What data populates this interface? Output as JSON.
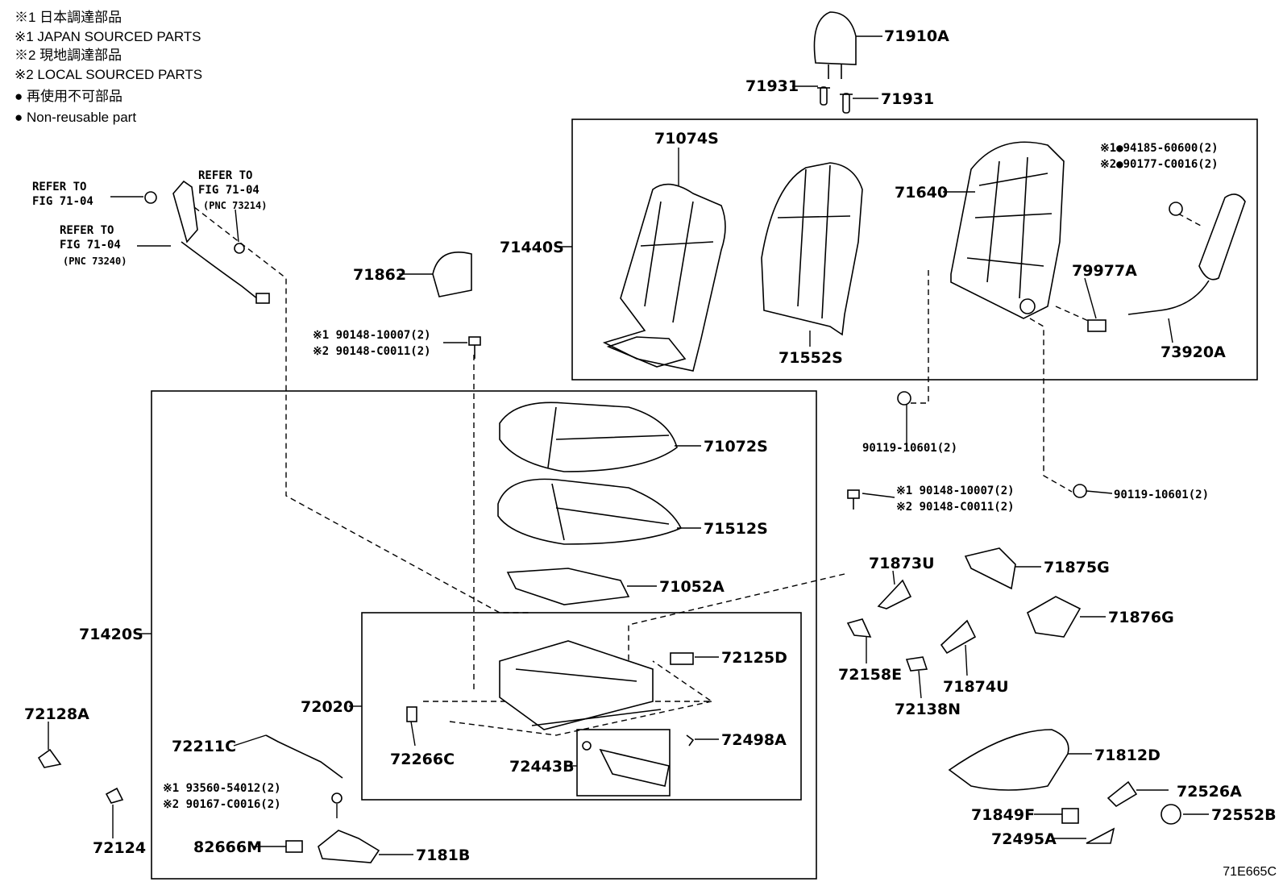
{
  "legend": [
    "※1 日本調達部品",
    "※1 JAPAN SOURCED PARTS",
    "※2 現地調達部品",
    "※2 LOCAL SOURCED PARTS",
    "● 再使用不可部品",
    "● Non-reusable part"
  ],
  "figure_id": "71E665C",
  "refs": {
    "ref1_l1": "REFER TO",
    "ref1_l2": "FIG 71-04",
    "ref2_l1": "REFER TO",
    "ref2_l2": "FIG 71-04",
    "ref2_l3": "(PNC 73214)",
    "ref3_l1": "REFER TO",
    "ref3_l2": "FIG 71-04",
    "ref3_l3": "(PNC 73240)"
  },
  "parts": {
    "p71910A": "71910A",
    "p71931a": "71931",
    "p71931b": "71931",
    "p71074S": "71074S",
    "p71640": "71640",
    "p71440S": "71440S",
    "p71552S": "71552S",
    "p79977A": "79977A",
    "p73920A": "73920A",
    "p71862": "71862",
    "p71072S": "71072S",
    "p71512S": "71512S",
    "p71052A": "71052A",
    "p71420S": "71420S",
    "p72125D": "72125D",
    "p72020": "72020",
    "p72266C": "72266C",
    "p72498A": "72498A",
    "p72443B": "72443B",
    "p72128A": "72128A",
    "p72211C": "72211C",
    "p72124": "72124",
    "p82666M": "82666M",
    "p7181B": "7181B",
    "p71873U": "71873U",
    "p71875G": "71875G",
    "p71876G": "71876G",
    "p72158E": "72158E",
    "p71874U": "71874U",
    "p72138N": "72138N",
    "p71812D": "71812D",
    "p72526A": "72526A",
    "p71849F": "71849F",
    "p72552B": "72552B",
    "p72495A": "72495A",
    "p90119a": "90119-10601(2)",
    "p90119b": "90119-10601(2)"
  },
  "notes": {
    "n94185": "※1●94185-60600(2)",
    "n90177": "※2●90177-C0016(2)",
    "nA1": "※1 90148-10007(2)",
    "nA2": "※2 90148-C0011(2)",
    "nB1": "※1 90148-10007(2)",
    "nB2": "※2 90148-C0011(2)",
    "nC1": "※1 93560-54012(2)",
    "nC2": "※2 90167-C0016(2)"
  }
}
